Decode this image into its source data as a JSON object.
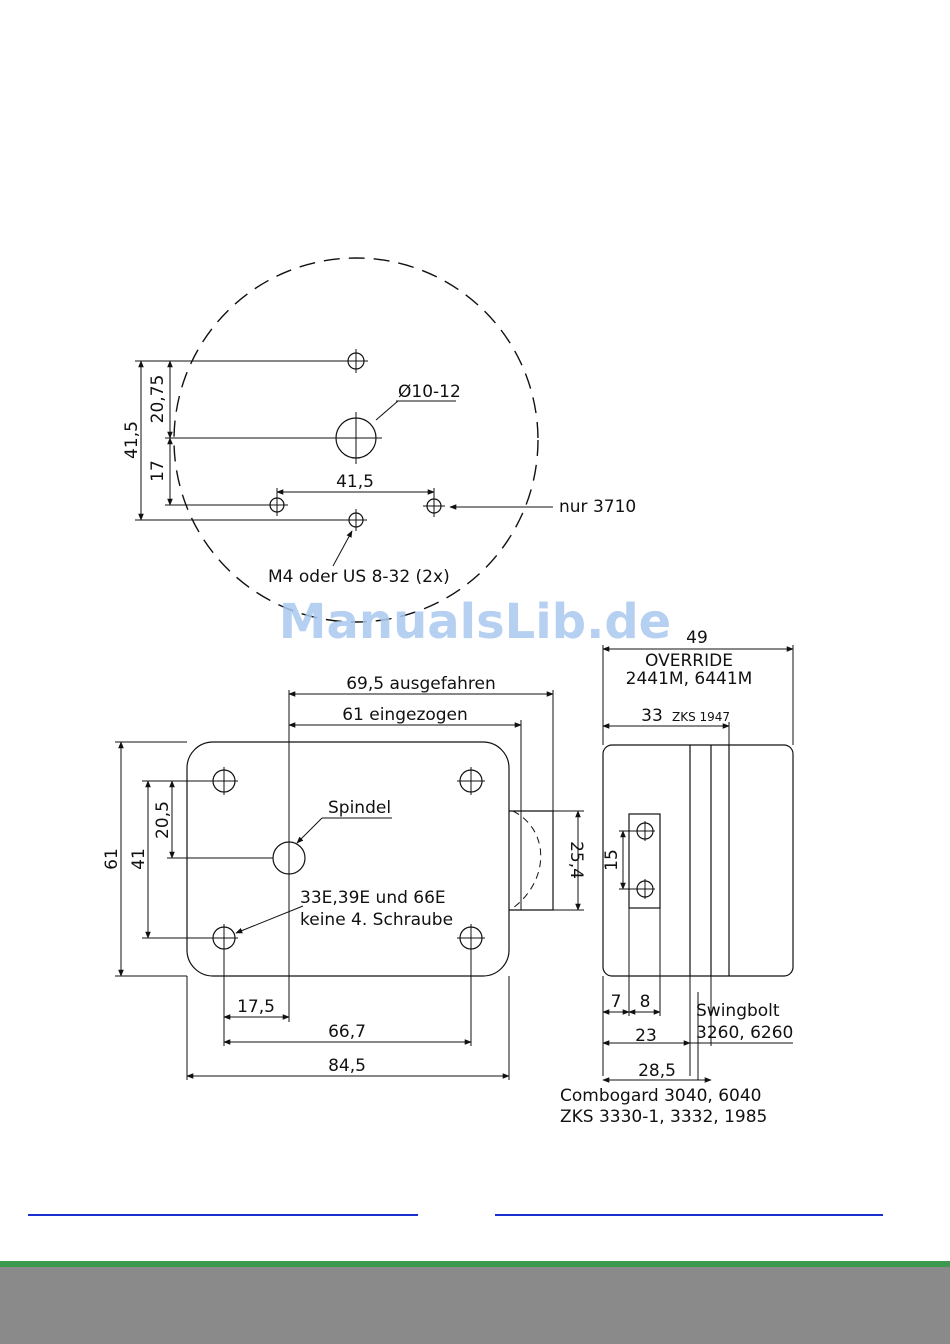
{
  "watermark": "ManualsLib.de",
  "top_view": {
    "hole_diameter": "Ø10-12",
    "dim_vertical_total": "41,5",
    "dim_vertical_upper": "20,75",
    "dim_vertical_lower": "17",
    "dim_horizontal": "41,5",
    "note_right_hole": "nur 3710",
    "note_screws": "M4 oder US 8-32 (2x)"
  },
  "front_view": {
    "dim_extended": "69,5 ausgefahren",
    "dim_retracted": "61 eingezogen",
    "spindle_label": "Spindel",
    "note_line1": "33E,39E und 66E",
    "note_line2": "keine 4. Schraube",
    "dim_height": "61",
    "dim_hole_vertical": "41",
    "dim_spindle_offset": "20,5",
    "dim_bolt_height": "25,4",
    "dim_spindle_horizontal": "17,5",
    "dim_hole_horizontal": "66,7",
    "dim_width": "84,5"
  },
  "side_view": {
    "dim_override": "49",
    "override_line1": "OVERRIDE",
    "override_line2": "2441M, 6441M",
    "dim_zks": "33",
    "zks_label": "ZKS 1947",
    "dim_hole_spacing": "15",
    "dim_7": "7",
    "dim_8": "8",
    "dim_23": "23",
    "dim_28_5": "28,5",
    "swingbolt_line1": "Swingbolt",
    "swingbolt_line2": "3260, 6260",
    "combogard_line1": "Combogard 3040, 6040",
    "combogard_line2": "ZKS 3330-1, 3332, 1985"
  },
  "colors": {
    "link_blue": "#1a2fd0",
    "footer_green": "#3c9a4e",
    "footer_gray": "#8a8a8a",
    "watermark": "#a9c8ef"
  }
}
